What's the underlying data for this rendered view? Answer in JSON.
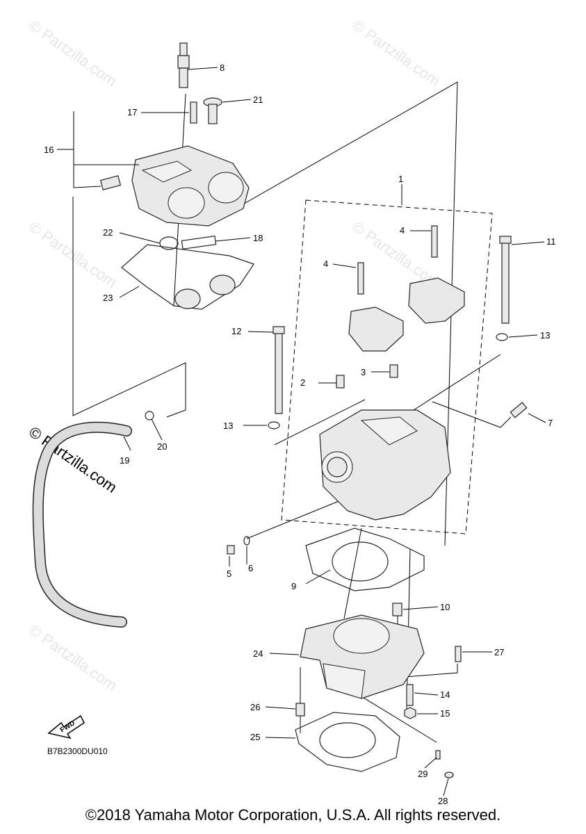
{
  "diagram": {
    "code": "B7B2300DU010",
    "fwd_label": "FWD",
    "copyright": "©2018 Yamaha Motor Corporation, U.S.A. All rights reserved.",
    "watermark": "© Partzilla.com",
    "callouts": [
      "1",
      "2",
      "3",
      "4",
      "4",
      "5",
      "6",
      "7",
      "8",
      "9",
      "10",
      "11",
      "12",
      "13",
      "13",
      "14",
      "15",
      "16",
      "17",
      "18",
      "19",
      "20",
      "21",
      "22",
      "23",
      "24",
      "25",
      "26",
      "27",
      "28",
      "29"
    ]
  }
}
